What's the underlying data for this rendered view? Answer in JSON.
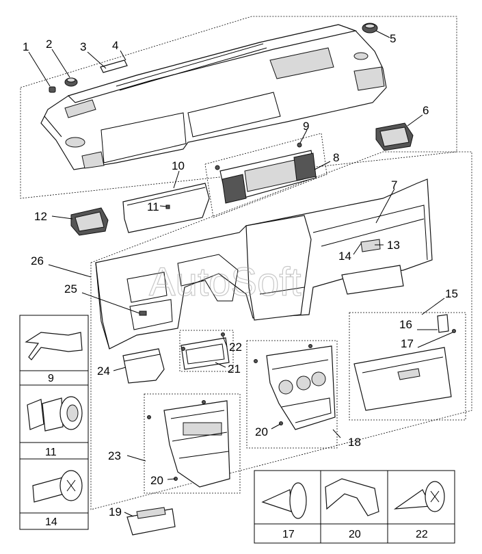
{
  "watermark": "AutoSoft",
  "callouts": {
    "c1": "1",
    "c2": "2",
    "c3": "3",
    "c4": "4",
    "c5": "5",
    "c6": "6",
    "c7": "7",
    "c8": "8",
    "c9": "9",
    "c10": "10",
    "c11": "11",
    "c12": "12",
    "c13": "13",
    "c14": "14",
    "c15": "15",
    "c16": "16",
    "c17": "17",
    "c18": "18",
    "c19": "19",
    "c20a": "20",
    "c20b": "20",
    "c21": "21",
    "c22": "22",
    "c23": "23",
    "c24": "24",
    "c25": "25",
    "c26": "26"
  },
  "inset_left": [
    "9",
    "11",
    "14"
  ],
  "inset_bottom": [
    "17",
    "20",
    "22"
  ]
}
